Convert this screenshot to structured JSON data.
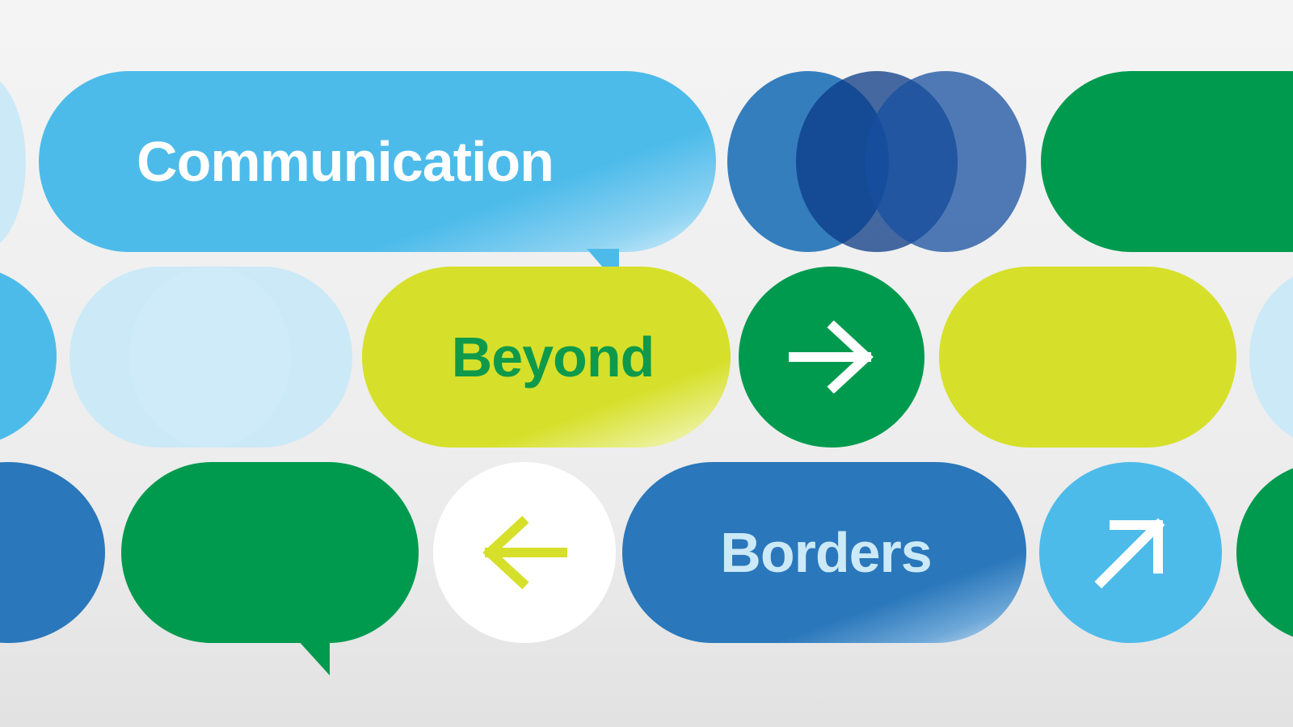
{
  "words": {
    "communication": "Communication",
    "beyond": "Beyond",
    "borders": "Borders"
  },
  "icons": {
    "right_arrow": "arrow-right-icon",
    "left_arrow": "arrow-left-icon",
    "up_right_arrow": "arrow-up-right-icon"
  },
  "colors": {
    "sky_blue": "#4dbbea",
    "pale_blue": "#cce9f7",
    "mid_blue": "#2a77bb",
    "navy": "#0b3a86",
    "green": "#009a4e",
    "lime": "#d6e02a",
    "white": "#ffffff"
  }
}
